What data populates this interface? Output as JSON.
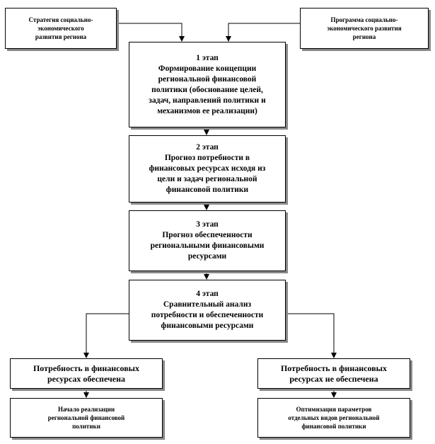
{
  "inputs": {
    "strategy": "Стратегия социально-\nэкономического\nразвития региона",
    "program": "Программа социально-\nэкономического развития\nрегиона"
  },
  "stages": [
    {
      "number": "1 этап",
      "text": "Формирование концепции\nрегиональной финансовой\nполитики (обоснование целей,\nзадач, направлений политики и\nмеханизмов ее реализации)"
    },
    {
      "number": "2 этап",
      "text": "Прогноз потребности в\nфинансовых ресурсах исходя из\nцели и задач региональной\nфинансовой политики"
    },
    {
      "number": "3 этап",
      "text": "Прогноз обеспеченности\nрегиональными финансовыми\nресурсами"
    },
    {
      "number": "4 этап",
      "text": "Сравнительный анализ\nпотребности и обеспеченности\nфинансовыми ресурсами"
    }
  ],
  "outcomes": {
    "left": {
      "condition": "Потребность в финансовых\nресурсах обеспечена",
      "action": "Начало реализации\nрегиональной финансовой\nполитики"
    },
    "right": {
      "condition": "Потребность в финансовых\nресурсах не обеспечена",
      "action": "Оптимизация параметров\nотдельных видов региональной\nфинансовой политики"
    }
  }
}
